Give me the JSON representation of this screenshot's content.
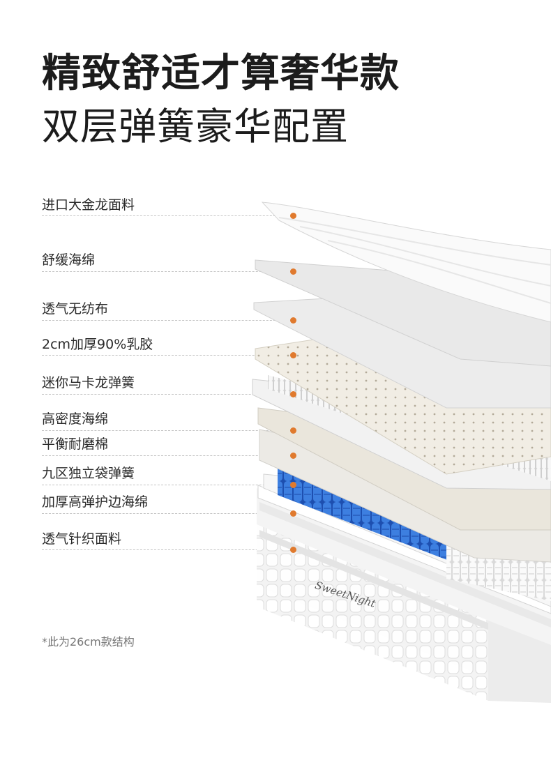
{
  "header": {
    "title": "精致舒适才算奢华款",
    "subtitle": "双层弹簧豪华配置"
  },
  "layers": [
    {
      "label": "进口大金龙面料"
    },
    {
      "label": "舒缓海绵"
    },
    {
      "label": "透气无纺布"
    },
    {
      "label": "2cm加厚90%乳胶"
    },
    {
      "label": "迷你马卡龙弹簧"
    },
    {
      "label": "高密度海绵"
    },
    {
      "label": "平衡耐磨棉"
    },
    {
      "label": "九区独立袋弹簧"
    },
    {
      "label": "加厚高弹护边海绵"
    },
    {
      "label": "透气针织面料"
    }
  ],
  "brand_mark": "SweetNight",
  "footnote": "*此为26cm款结构",
  "colors": {
    "dot": "#e07a2e",
    "pocket_spring": "#2f6fd6",
    "leader": "#c4c4c4"
  }
}
